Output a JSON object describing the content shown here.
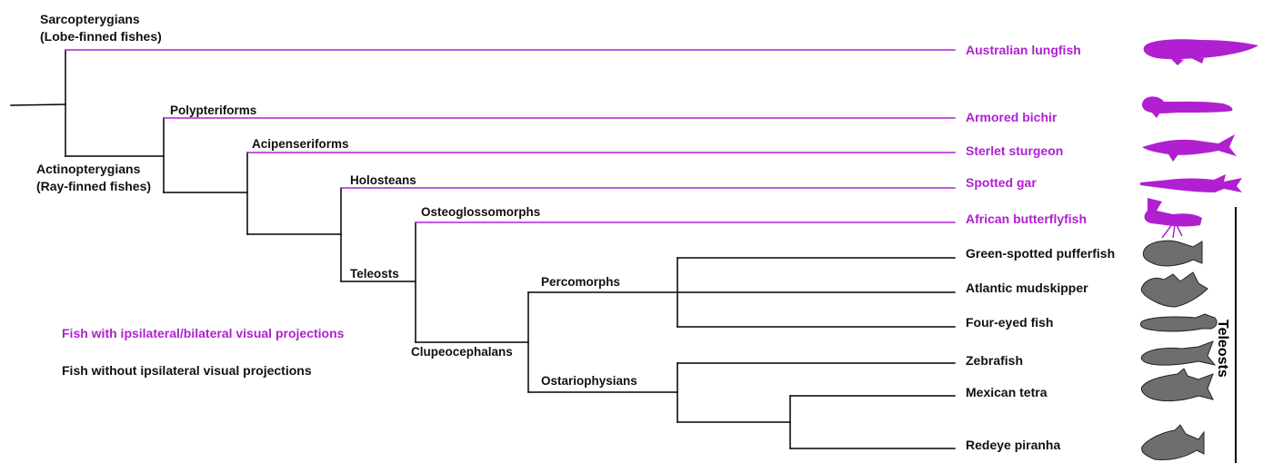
{
  "colors": {
    "with_projection": "#b020d0",
    "without_projection": "#111111",
    "silhouette_gray": "#707070"
  },
  "clades": {
    "sarcopterygians": "Sarcopterygians",
    "sarcopterygians_sub": "(Lobe-finned fishes)",
    "actinopterygians": "Actinopterygians",
    "actinopterygians_sub": "(Ray-finned fishes)",
    "polypteriforms": "Polypteriforms",
    "acipenseriforms": "Acipenseriforms",
    "holosteans": "Holosteans",
    "osteoglossomorphs": "Osteoglossomorphs",
    "teleosts": "Teleosts",
    "clupeocephalans": "Clupeocephalans",
    "percomorphs": "Percomorphs",
    "ostariophysians": "Ostariophysians"
  },
  "species": [
    {
      "name": "Australian lungfish",
      "ipsilateral": true,
      "icon": "lungfish-icon"
    },
    {
      "name": "Armored bichir",
      "ipsilateral": true,
      "icon": "bichir-icon"
    },
    {
      "name": "Sterlet sturgeon",
      "ipsilateral": true,
      "icon": "sturgeon-icon"
    },
    {
      "name": "Spotted gar",
      "ipsilateral": true,
      "icon": "gar-icon"
    },
    {
      "name": "African butterflyfish",
      "ipsilateral": true,
      "icon": "butterflyfish-icon"
    },
    {
      "name": "Green-spotted pufferfish",
      "ipsilateral": false,
      "icon": "pufferfish-icon"
    },
    {
      "name": "Atlantic mudskipper",
      "ipsilateral": false,
      "icon": "mudskipper-icon"
    },
    {
      "name": "Four-eyed fish",
      "ipsilateral": false,
      "icon": "four-eyed-fish-icon"
    },
    {
      "name": "Zebrafish",
      "ipsilateral": false,
      "icon": "zebrafish-icon"
    },
    {
      "name": "Mexican tetra",
      "ipsilateral": false,
      "icon": "tetra-icon"
    },
    {
      "name": "Redeye piranha",
      "ipsilateral": false,
      "icon": "piranha-icon"
    }
  ],
  "legend": {
    "with": "Fish with  ipsilateral/bilateral visual projections",
    "without": "Fish without  ipsilateral visual projections"
  },
  "bracket_label": "Teleosts"
}
